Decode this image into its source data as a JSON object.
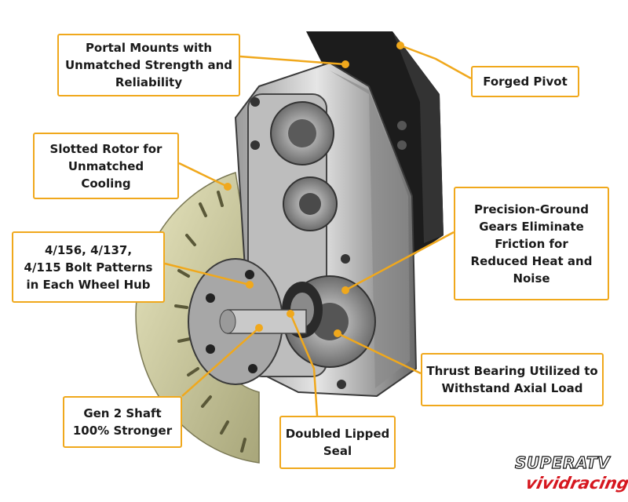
{
  "callouts": {
    "portal_mounts": [
      "Portal Mounts with",
      "Unmatched Strength and",
      "Reliability"
    ],
    "forged_pivot": [
      "Forged Pivot"
    ],
    "slotted_rotor": [
      "Slotted Rotor for",
      "Unmatched",
      "Cooling"
    ],
    "bolt_patterns": [
      "4/156, 4/137,",
      "4/115 Bolt Patterns",
      "in Each Wheel Hub"
    ],
    "precision_gears": [
      "Precision-Ground",
      "Gears Eliminate",
      "Friction for",
      "Reduced Heat and",
      "Noise"
    ],
    "thrust_bearing": [
      "Thrust Bearing Utilized to",
      "Withstand Axial Load"
    ],
    "gen2_shaft": [
      "Gen 2 Shaft",
      "100% Stronger"
    ],
    "lipped_seal": [
      "Doubled Lipped",
      "Seal"
    ]
  },
  "logo": {
    "brand": "SUPERATV",
    "sub": "vividracing"
  },
  "colors": {
    "accent": "#f0a81c",
    "text": "#1a1a1a",
    "logo_red": "#d6171f"
  },
  "icons": {
    "product": "portal-gear-lift-illustration",
    "rotor": "slotted-brake-rotor"
  }
}
